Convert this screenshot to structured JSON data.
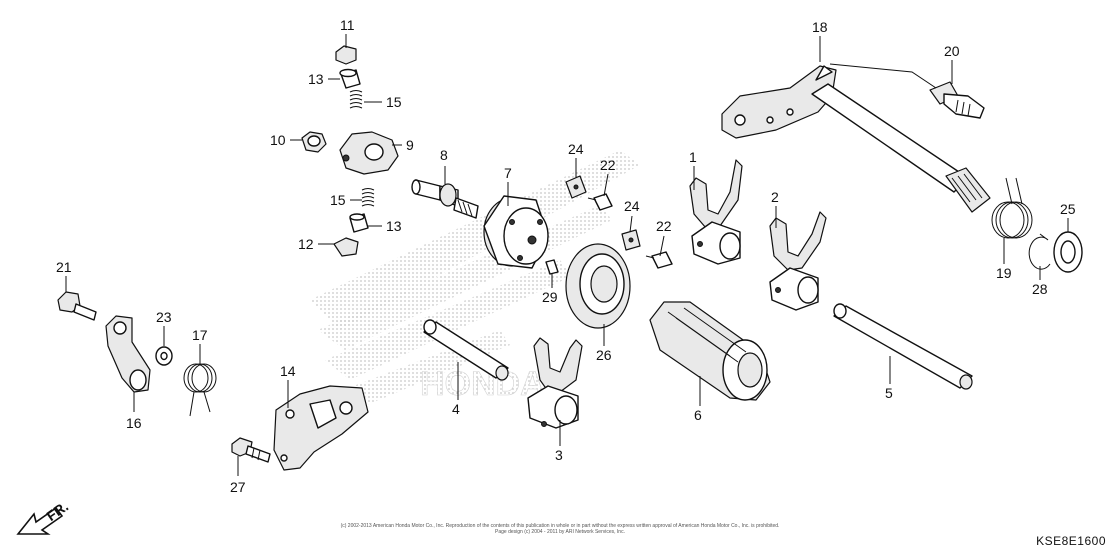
{
  "diagram": {
    "watermark": "HONDA",
    "direction_label": "FR.",
    "code": "KSE8E1600",
    "copyright_line1": "(c) 2002-2013 American Honda Motor Co., Inc. Reproduction of the contents of this publication in whole or in part without the express written approval of American Honda Motor Co., Inc. is prohibited.",
    "copyright_line2": "Page design (c) 2004 - 2011 by ARI Network Services, Inc.",
    "callouts": [
      "1",
      "2",
      "3",
      "4",
      "5",
      "6",
      "7",
      "8",
      "9",
      "10",
      "11",
      "12",
      "13",
      "13",
      "14",
      "15",
      "15",
      "16",
      "17",
      "18",
      "19",
      "20",
      "21",
      "22",
      "22",
      "23",
      "24",
      "24",
      "25",
      "26",
      "27",
      "28",
      "29"
    ]
  }
}
